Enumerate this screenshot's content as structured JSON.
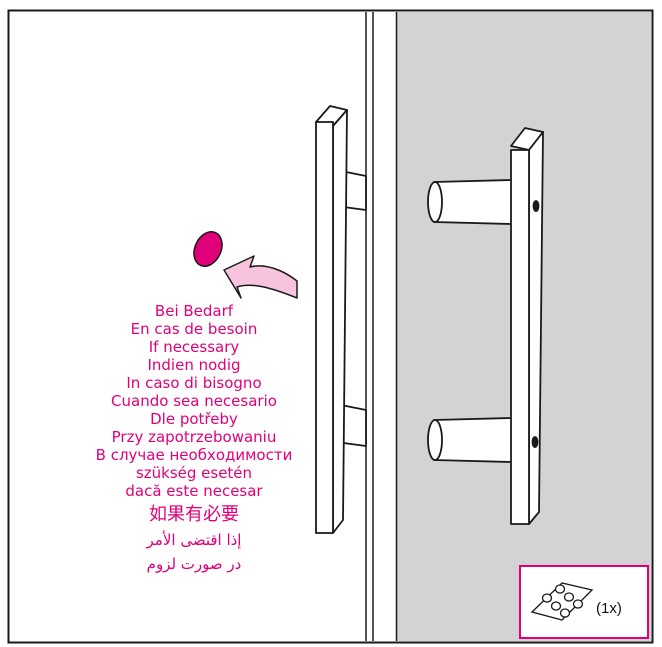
{
  "instructions": {
    "conditional_lines": [
      "Bei Bedarf",
      "En cas de besoin",
      "If necessary",
      "Indien nodig",
      "In caso di bisogno",
      "Cuando sea necesario",
      "Dle potřeby",
      "Przy zapotrzebowaniu",
      "В случае необходимости",
      "szükség esetén",
      "dacă este necesar"
    ],
    "chinese_line": "如果有必要",
    "arabic_line": "إذا اقتضى الأمر",
    "persian_line": "در صورت لزوم"
  },
  "parts_box": {
    "quantity_label": "(1x)"
  },
  "colors": {
    "accent": "#e2007a",
    "door_panel": "#d3d3d3",
    "pad_fill": "#e0007a",
    "arrow_fill": "#f8c3dc"
  }
}
